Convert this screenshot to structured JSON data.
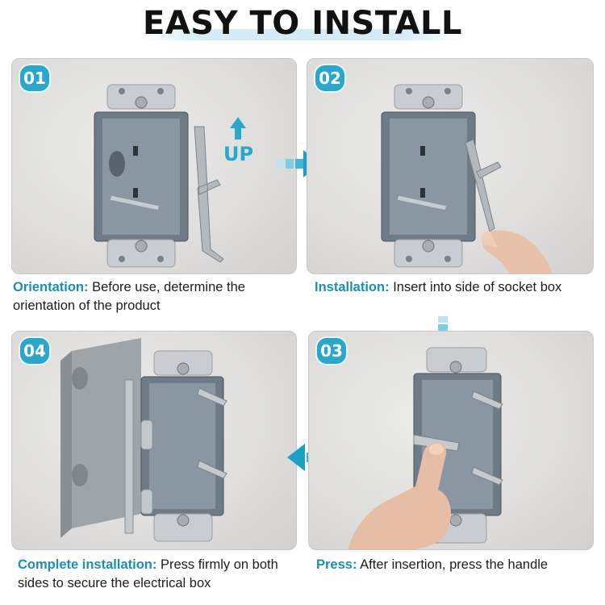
{
  "title": "EASY TO INSTALL",
  "colors": {
    "accent": "#2aa8c9",
    "caption_lead": "#1b8fb3",
    "panel_bg": "#dedddb"
  },
  "steps": [
    {
      "badge": "01",
      "lead": "Orientation:",
      "text": "Before use, determine the orientation of the product",
      "overlay": "UP"
    },
    {
      "badge": "02",
      "lead": "Installation:",
      "text": "Insert into side of socket box"
    },
    {
      "badge": "03",
      "lead": "Press:",
      "text": "After insertion, press the handle"
    },
    {
      "badge": "04",
      "lead": "Complete installation:",
      "text": "Press firmly on both sides to secure the electrical box"
    }
  ]
}
